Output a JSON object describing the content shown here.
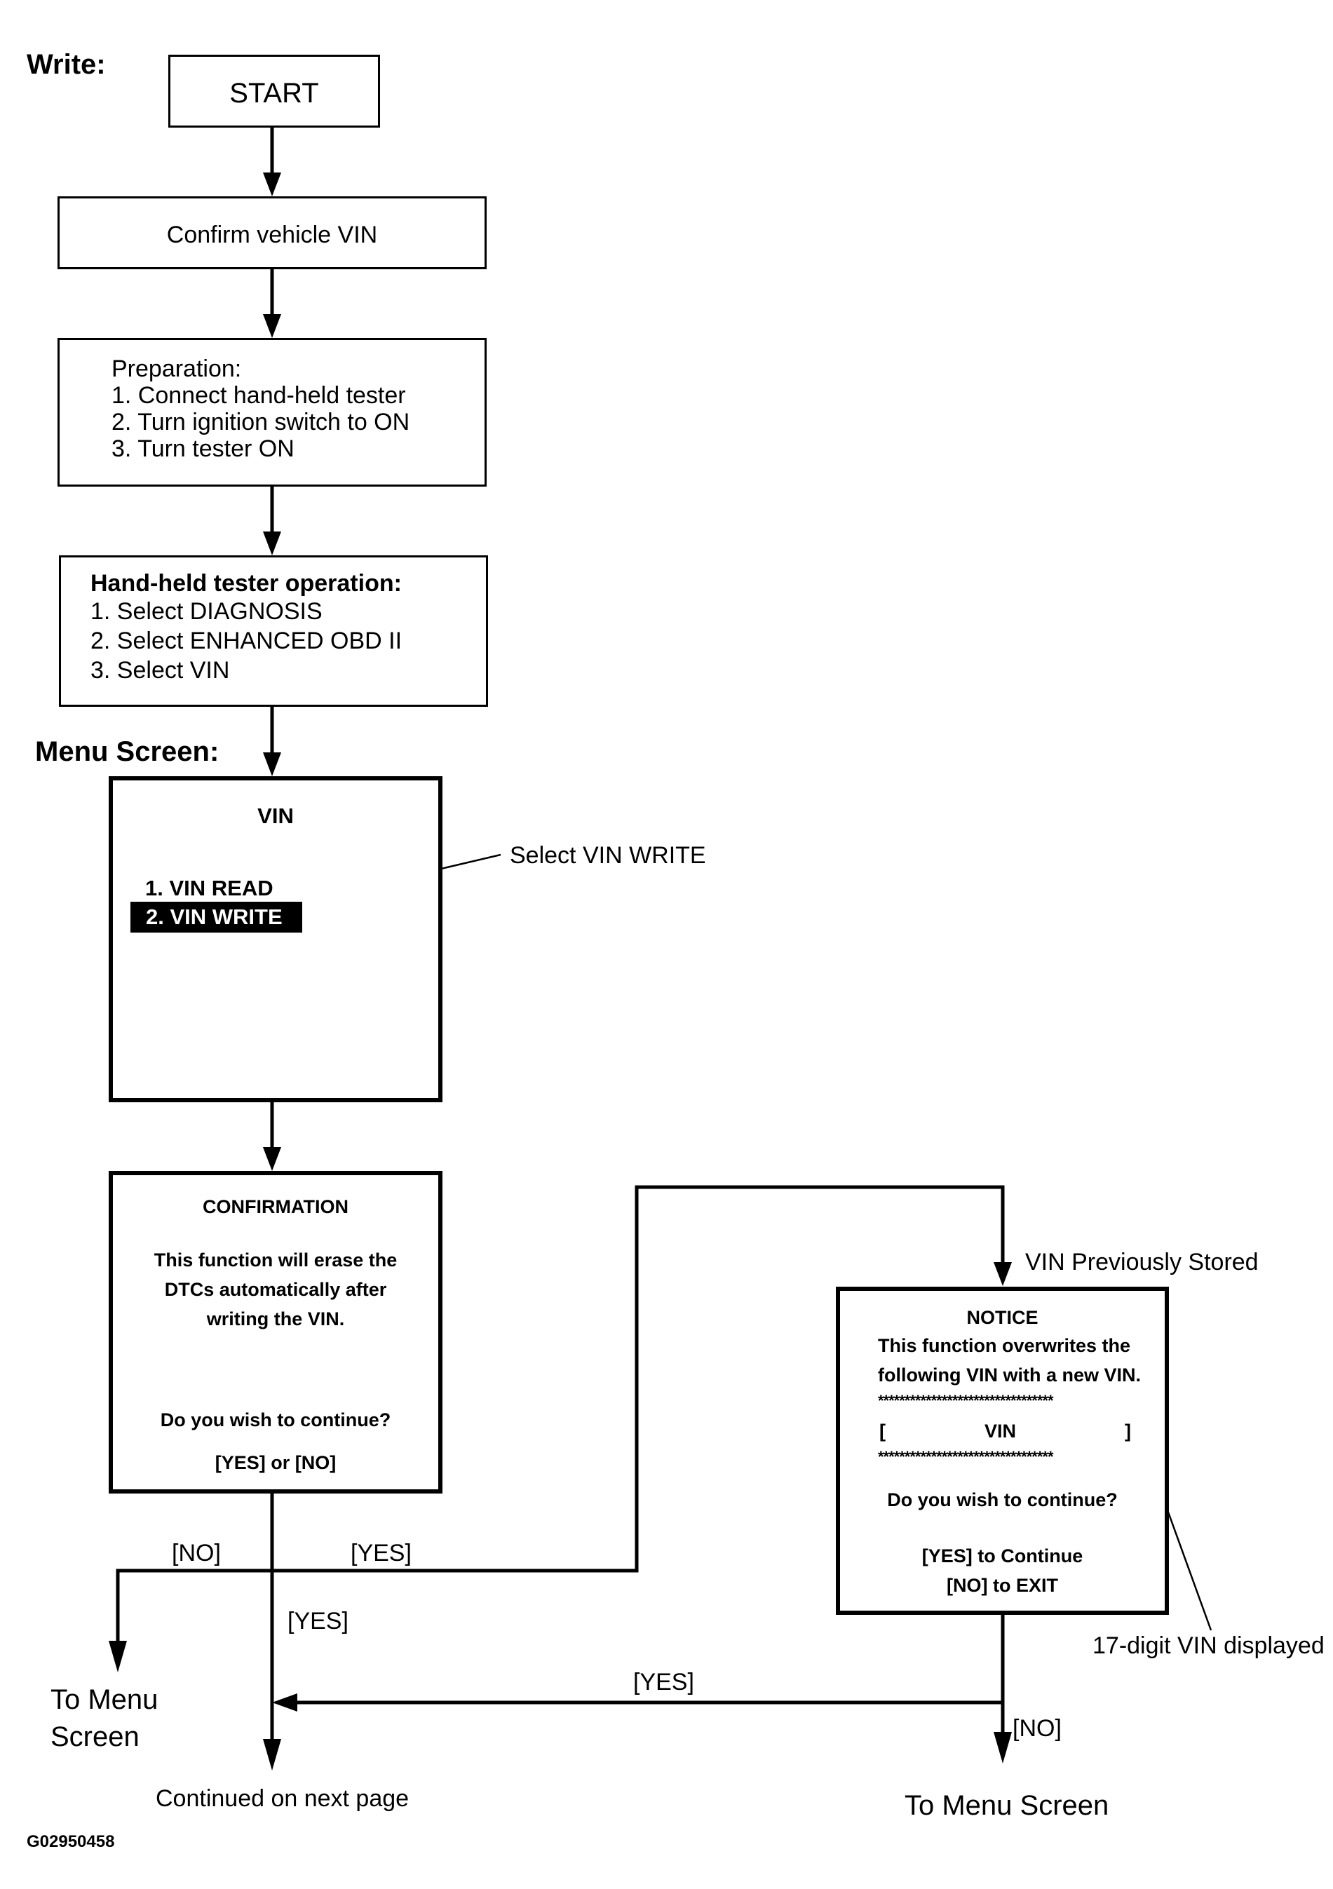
{
  "headings": {
    "write": "Write:",
    "menu_screen": "Menu Screen:"
  },
  "start": "START",
  "confirm_vin": "Confirm vehicle VIN",
  "preparation": {
    "title": "Preparation:",
    "steps": [
      "1. Connect hand-held tester",
      "2. Turn ignition switch to ON",
      "3. Turn tester ON"
    ]
  },
  "tester_operation": {
    "title": "Hand-held tester operation:",
    "steps": [
      "1. Select DIAGNOSIS",
      "2. Select ENHANCED OBD II",
      "3. Select VIN"
    ]
  },
  "vin_menu": {
    "title": "VIN",
    "item_read": "1. VIN READ",
    "item_write": "2. VIN WRITE",
    "callout": "Select VIN WRITE"
  },
  "confirmation": {
    "title": "CONFIRMATION",
    "message": [
      "This function will erase the",
      "DTCs automatically after",
      "writing the VIN."
    ],
    "question": "Do you wish to continue?",
    "options": "[YES] or [NO]"
  },
  "notice": {
    "title": "NOTICE",
    "message": [
      "This function overwrites the",
      "following VIN with a new VIN."
    ],
    "stars": "*********************************",
    "bracket_open": "[",
    "vin": "VIN",
    "bracket_close": "]",
    "question": "Do you wish to continue?",
    "yes_option": "[YES] to Continue",
    "no_option": "[NO] to EXIT",
    "callout": "17-digit VIN displayed",
    "trigger": "VIN Previously Stored"
  },
  "branches": {
    "no_left": "[NO]",
    "yes_right": "[YES]",
    "yes_down": "[YES]",
    "yes_notice": "[YES]",
    "no_notice": "[NO]"
  },
  "outcomes": {
    "to_menu_left": [
      "To Menu",
      "Screen"
    ],
    "continued": "Continued on next page",
    "to_menu_right": "To Menu Screen"
  },
  "figure_id": "G02950458"
}
